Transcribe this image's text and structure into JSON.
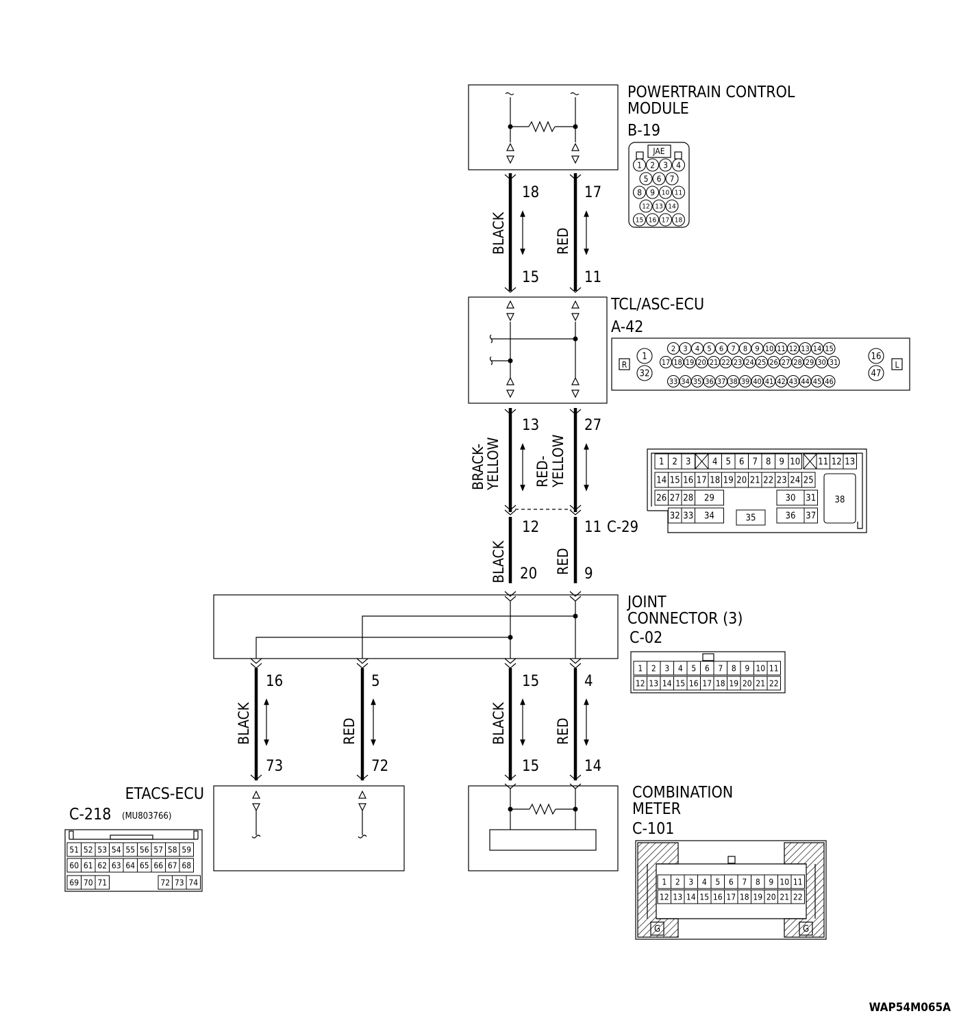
{
  "modules": {
    "pcm": {
      "title_line1": "POWERTRAIN CONTROL",
      "title_line2": "MODULE",
      "connector": "B-19",
      "maker": "JAE"
    },
    "tcl": {
      "title": "TCL/ASC-ECU",
      "connector": "A-42"
    },
    "c29": {
      "connector": "C-29"
    },
    "joint": {
      "title_line1": "JOINT",
      "title_line2": "CONNECTOR (3)",
      "connector": "C-02"
    },
    "etacs": {
      "title": "ETACS-ECU",
      "connector": "C-218",
      "part_no": "(MU803766)"
    },
    "meter": {
      "title_line1": "COMBINATION",
      "title_line2": "METER",
      "connector": "C-101"
    }
  },
  "wires": {
    "pcm_tcl": {
      "left": {
        "color": "BLACK",
        "pin_top": "18",
        "pin_bottom": "15"
      },
      "right": {
        "color": "RED",
        "pin_top": "17",
        "pin_bottom": "11"
      }
    },
    "tcl_c29": {
      "left": {
        "color_line1": "BRACK-",
        "color_line2": "YELLOW",
        "pin_top": "13",
        "pin_bottom": "12"
      },
      "right": {
        "color_line1": "RED-",
        "color_line2": "YELLOW",
        "pin_top": "27",
        "pin_bottom": "11"
      }
    },
    "c29_joint": {
      "left": {
        "color": "BLACK",
        "pin": "20"
      },
      "right": {
        "color": "RED",
        "pin": "9"
      }
    },
    "joint_etacs": {
      "w1": {
        "color": "BLACK",
        "pin_top": "16",
        "pin_bottom": "73"
      },
      "w2": {
        "color": "RED",
        "pin_top": "5",
        "pin_bottom": "72"
      }
    },
    "joint_meter": {
      "w1": {
        "color": "BLACK",
        "pin_top": "15",
        "pin_bottom": "15"
      },
      "w2": {
        "color": "RED",
        "pin_top": "4",
        "pin_bottom": "14"
      }
    }
  },
  "connector_faces": {
    "b19_rows": [
      [
        "1",
        "2",
        "3",
        "4"
      ],
      [
        "5",
        "6",
        "7"
      ],
      [
        "8",
        "9",
        "10",
        "11"
      ],
      [
        "12",
        "13",
        "14"
      ],
      [
        "15",
        "16",
        "17",
        "18"
      ]
    ],
    "a42": {
      "side_left": "R",
      "side_right": "L",
      "left_pins": [
        "1",
        "32"
      ],
      "right_pins": [
        "16",
        "47"
      ],
      "row1": [
        "2",
        "3",
        "4",
        "5",
        "6",
        "7",
        "8",
        "9",
        "10",
        "11",
        "12",
        "13",
        "14",
        "15"
      ],
      "row2": [
        "17",
        "18",
        "19",
        "20",
        "21",
        "22",
        "23",
        "24",
        "25",
        "26",
        "27",
        "28",
        "29",
        "30",
        "31"
      ],
      "row3": [
        "33",
        "34",
        "35",
        "36",
        "37",
        "38",
        "39",
        "40",
        "41",
        "42",
        "43",
        "44",
        "45",
        "46"
      ]
    },
    "c29": {
      "row1a": [
        "1",
        "2",
        "3"
      ],
      "row1b": [
        "4",
        "5",
        "6",
        "7",
        "8",
        "9",
        "10"
      ],
      "row1c": [
        "11",
        "12",
        "13"
      ],
      "row2": [
        "14",
        "15",
        "16",
        "17",
        "18",
        "19",
        "20",
        "21",
        "22",
        "23",
        "24",
        "25"
      ],
      "row3a": [
        "26",
        "27",
        "28",
        "29"
      ],
      "row3b": [
        "30",
        "31"
      ],
      "row4a": [
        "32",
        "33",
        "34"
      ],
      "mid": "35",
      "row4b": [
        "36",
        "37"
      ],
      "big": "38"
    },
    "c02": {
      "row1": [
        "1",
        "2",
        "3",
        "4",
        "5",
        "6",
        "7",
        "8",
        "9",
        "10",
        "11"
      ],
      "row2": [
        "12",
        "13",
        "14",
        "15",
        "16",
        "17",
        "18",
        "19",
        "20",
        "21",
        "22"
      ]
    },
    "c218": {
      "row1": [
        "51",
        "52",
        "53",
        "54",
        "55",
        "56",
        "57",
        "58",
        "59"
      ],
      "row2": [
        "60",
        "61",
        "62",
        "63",
        "64",
        "65",
        "66",
        "67",
        "68"
      ],
      "row3a": [
        "69",
        "70",
        "71"
      ],
      "row3b": [
        "72",
        "73",
        "74"
      ]
    },
    "c101": {
      "row1": [
        "1",
        "2",
        "3",
        "4",
        "5",
        "6",
        "7",
        "8",
        "9",
        "10",
        "11"
      ],
      "row2": [
        "12",
        "13",
        "14",
        "15",
        "16",
        "17",
        "18",
        "19",
        "20",
        "21",
        "22"
      ],
      "ground": "G"
    }
  },
  "figure_code": "WAP54M065A"
}
